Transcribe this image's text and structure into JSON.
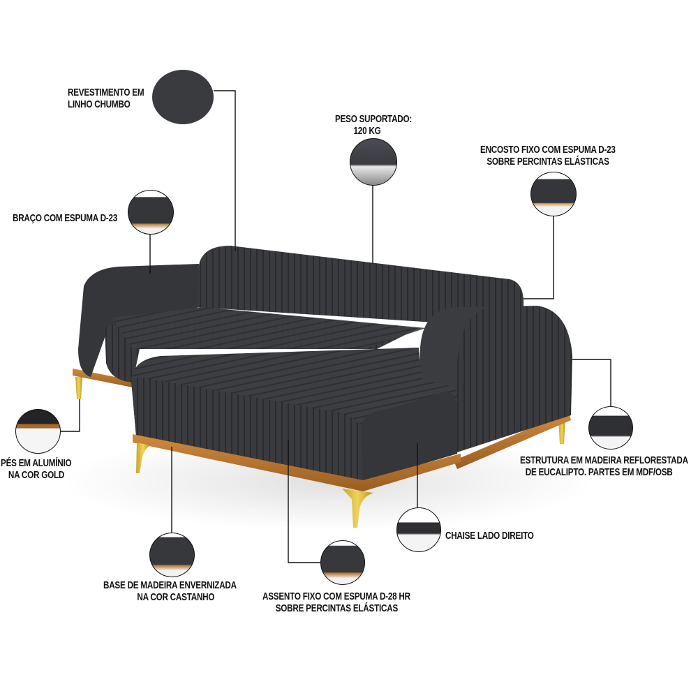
{
  "product": {
    "fabric_color": "#393a3d",
    "wood_color": "#b8762e",
    "leg_color": "#d6b53a"
  },
  "callouts": [
    {
      "id": "revestimento",
      "lines": [
        "REVESTIMENTO EM",
        "LINHO CHUMBO"
      ],
      "icon": "fabric-swatch-icon"
    },
    {
      "id": "peso",
      "lines": [
        "PESO SUPORTADO:",
        "120 KG"
      ],
      "icon": "room-scene-icon"
    },
    {
      "id": "encosto",
      "lines": [
        "ENCOSTO FIXO COM ESPUMA D-23",
        "SOBRE PERCINTAS ELÁSTICAS"
      ],
      "icon": "backrest-detail-icon"
    },
    {
      "id": "braco",
      "lines": [
        "BRAÇO COM ESPUMA D-23"
      ],
      "icon": "armrest-detail-icon"
    },
    {
      "id": "pes",
      "lines": [
        "PÉS EM ALUMÍNIO",
        "NA COR GOLD"
      ],
      "icon": "gold-leg-icon"
    },
    {
      "id": "estrutura",
      "lines": [
        "ESTRUTURA EM MADEIRA REFLORESTADA",
        "DE EUCALIPTO. PARTES EM MDF/OSB"
      ],
      "icon": "frame-structure-icon"
    },
    {
      "id": "chaise",
      "lines": [
        "CHAISE LADO DIREITO"
      ],
      "icon": "chaise-sofa-icon"
    },
    {
      "id": "base",
      "lines": [
        "BASE DE MADEIRA ENVERNIZADA",
        "NA COR CASTANHO"
      ],
      "icon": "wood-base-icon"
    },
    {
      "id": "assento",
      "lines": [
        "ASSENTO FIXO COM ESPUMA D-28 HR",
        "SOBRE PERCINTAS ELÁSTICAS"
      ],
      "icon": "seat-detail-icon"
    }
  ]
}
